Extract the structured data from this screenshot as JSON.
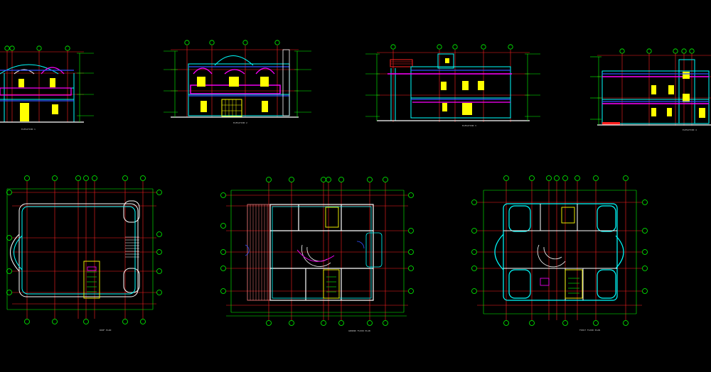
{
  "drawing": {
    "background": "#000000",
    "colors": {
      "grid": "#ff2020",
      "wall": "#00ffff",
      "dim": "#00ff00",
      "window": "#ffff00",
      "balcony": "#ff00ff",
      "white": "#ffffff",
      "blue": "#3050ff",
      "door": "#ff8080"
    },
    "elevations": [
      {
        "caption": "ELEVATION 1"
      },
      {
        "caption": "ELEVATION 2"
      },
      {
        "caption": "ELEVATION 3"
      },
      {
        "caption": "ELEVATION 4"
      }
    ],
    "plans": [
      {
        "caption": "ROOF PLAN"
      },
      {
        "caption": "GROUND FLOOR PLAN"
      },
      {
        "caption": "FIRST FLOOR PLAN"
      }
    ]
  }
}
